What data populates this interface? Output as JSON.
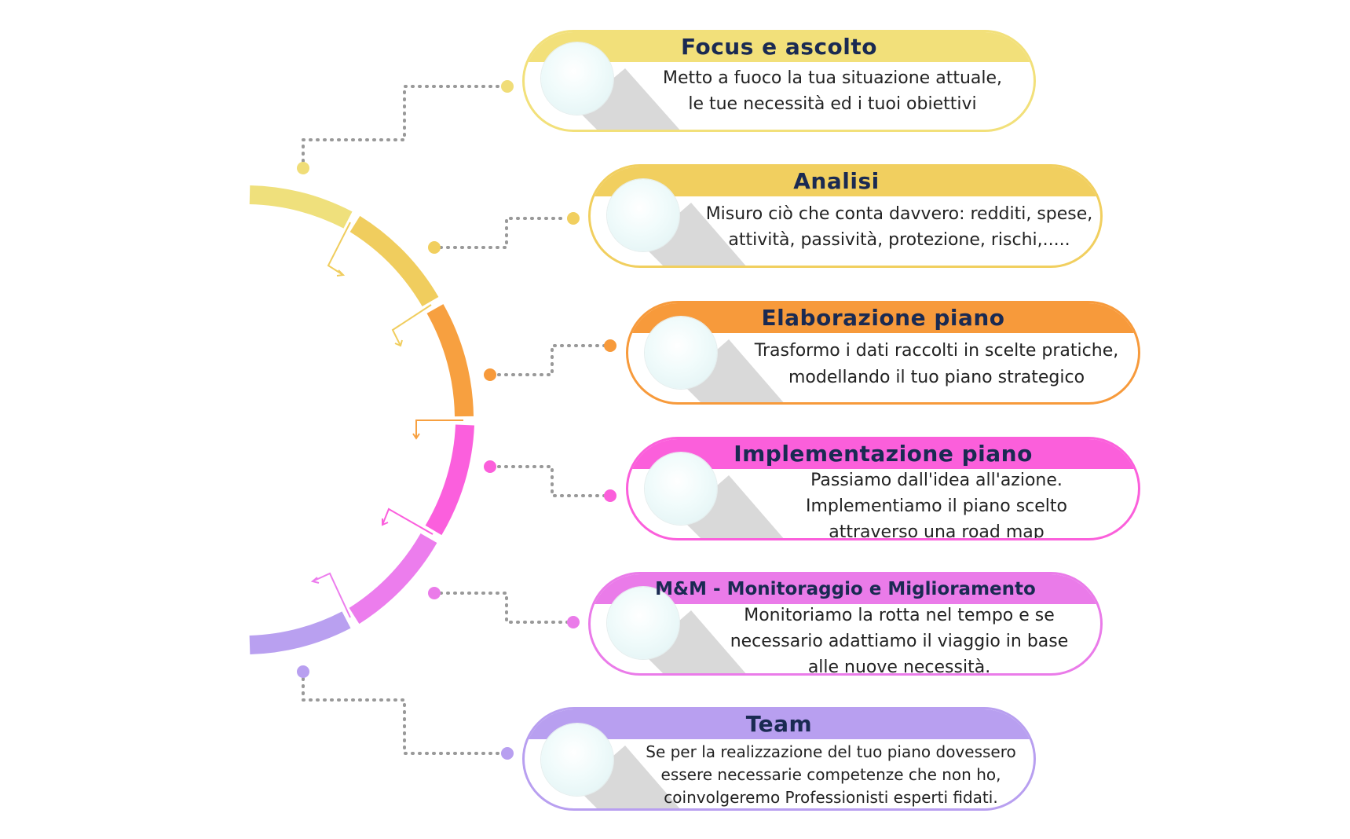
{
  "colors": {
    "yellow_light": "#ede17a",
    "yellow": "#f0cd5e",
    "orange": "#f7a040",
    "magenta": "#fb5fdd",
    "violet": "#ec7ded",
    "lavender": "#b9a0f0",
    "title_text": "#1a2a52",
    "dots": "#999999"
  },
  "steps": [
    {
      "title": "Focus e ascolto",
      "lines": [
        "Metto a fuoco la tua situazione attuale,",
        "le tue necessità ed i tuoi obiettivi"
      ],
      "color": "#f2e07a"
    },
    {
      "title": "Analisi",
      "lines": [
        "Misuro ciò che conta davvero: redditi, spese,",
        "attività, passività, protezione, rischi,....."
      ],
      "color": "#f1cf5f"
    },
    {
      "title": "Elaborazione piano",
      "lines": [
        "Trasformo i dati raccolti in scelte pratiche,",
        "modellando il tuo piano strategico"
      ],
      "color": "#f79a3b"
    },
    {
      "title": "Implementazione piano",
      "lines": [
        "Passiamo dall'idea all'azione.",
        "Implementiamo il piano scelto",
        "attraverso una road map"
      ],
      "color": "#fb5fdb"
    },
    {
      "title": "M&M - Monitoraggio e Miglioramento",
      "lines": [
        "Monitoriamo la rotta nel tempo e se",
        "necessario adattiamo il viaggio in base",
        "alle nuove necessità."
      ],
      "color": "#ea7be9"
    },
    {
      "title": "Team",
      "lines": [
        "Se per la realizzazione del tuo piano dovessero",
        "essere necessarie competenze che non ho,",
        "coinvolgeremo Professionisti esperti fidati."
      ],
      "color": "#b89ff0"
    }
  ]
}
